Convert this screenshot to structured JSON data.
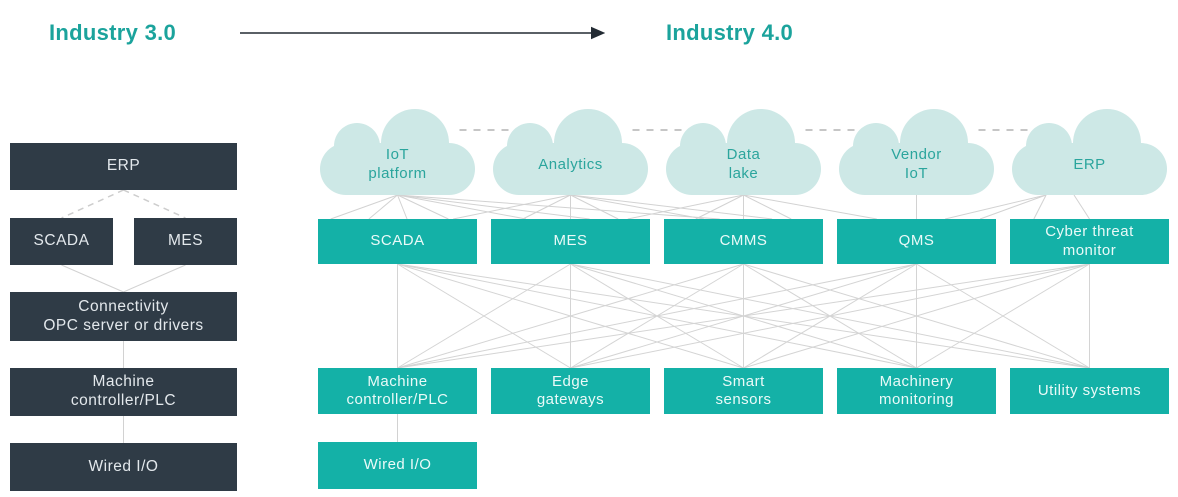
{
  "titles": {
    "left": "Industry 3.0",
    "right": "Industry 4.0"
  },
  "colors": {
    "accent_teal": "#14b1a7",
    "dark_box": "#2f3b46",
    "cloud_fill": "#cde8e6",
    "cloud_text": "#2ba59d",
    "title_teal": "#1ba39c",
    "line_gray": "#d2d2d2",
    "arrow_dark": "#232b33"
  },
  "left_column": {
    "boxes": [
      {
        "id": "l-erp",
        "label": "ERP"
      },
      {
        "id": "l-scada",
        "label": "SCADA"
      },
      {
        "id": "l-mes",
        "label": "MES"
      },
      {
        "id": "l-conn",
        "label": "Connectivity\nOPC server or drivers"
      },
      {
        "id": "l-mc",
        "label": "Machine\ncontroller/PLC"
      },
      {
        "id": "l-wired",
        "label": "Wired I/O"
      }
    ]
  },
  "clouds": [
    {
      "id": "c-iot",
      "label": "IoT\nplatform"
    },
    {
      "id": "c-analytics",
      "label": "Analytics"
    },
    {
      "id": "c-datalake",
      "label": "Data\nlake"
    },
    {
      "id": "c-vendor",
      "label": "Vendor\nIoT"
    },
    {
      "id": "c-erp",
      "label": "ERP"
    }
  ],
  "row1": [
    {
      "id": "r1-scada",
      "label": "SCADA"
    },
    {
      "id": "r1-mes",
      "label": "MES"
    },
    {
      "id": "r1-cmms",
      "label": "CMMS"
    },
    {
      "id": "r1-qms",
      "label": "QMS"
    },
    {
      "id": "r1-cyber",
      "label": "Cyber threat\nmonitor"
    }
  ],
  "row2": [
    {
      "id": "r2-mc",
      "label": "Machine\ncontroller/PLC"
    },
    {
      "id": "r2-edge",
      "label": "Edge\ngateways"
    },
    {
      "id": "r2-smart",
      "label": "Smart\nsensors"
    },
    {
      "id": "r2-machinery",
      "label": "Machinery\nmonitoring"
    },
    {
      "id": "r2-utility",
      "label": "Utility systems"
    }
  ],
  "row3": [
    {
      "id": "r3-wired",
      "label": "Wired I/O"
    }
  ],
  "cloud_links": [
    [
      "c-iot",
      "c-analytics"
    ],
    [
      "c-analytics",
      "c-datalake"
    ],
    [
      "c-datalake",
      "c-vendor"
    ],
    [
      "c-vendor",
      "c-erp"
    ]
  ],
  "edges": [
    {
      "from": "l-erp",
      "to": "l-scada",
      "style": "dashed"
    },
    {
      "from": "l-erp",
      "to": "l-mes",
      "style": "dashed"
    },
    {
      "from": "l-scada",
      "to": "l-conn",
      "style": "solid"
    },
    {
      "from": "l-mes",
      "to": "l-conn",
      "style": "solid"
    },
    {
      "from": "l-conn",
      "to": "l-mc",
      "style": "solid"
    },
    {
      "from": "l-mc",
      "to": "l-wired",
      "style": "solid"
    },
    {
      "from": "c-iot",
      "to": "r1-scada",
      "style": "solid",
      "tx": -0.42
    },
    {
      "from": "c-iot",
      "to": "r1-scada",
      "style": "solid",
      "tx": -0.18
    },
    {
      "from": "c-iot",
      "to": "r1-scada",
      "style": "solid",
      "tx": 0.06
    },
    {
      "from": "c-iot",
      "to": "r1-scada",
      "style": "solid",
      "tx": 0.32
    },
    {
      "from": "c-iot",
      "to": "r1-mes",
      "style": "solid",
      "tx": -0.28
    },
    {
      "from": "c-iot",
      "to": "r1-mes",
      "style": "solid",
      "tx": 0.12
    },
    {
      "from": "c-iot",
      "to": "r1-cmms",
      "style": "solid",
      "tx": -0.15
    },
    {
      "from": "c-analytics",
      "to": "r1-scada",
      "style": "solid",
      "tx": 0.35
    },
    {
      "from": "c-analytics",
      "to": "r1-mes",
      "style": "solid",
      "tx": -0.3
    },
    {
      "from": "c-analytics",
      "to": "r1-mes",
      "style": "solid",
      "tx": 0
    },
    {
      "from": "c-analytics",
      "to": "r1-mes",
      "style": "solid",
      "tx": 0.3
    },
    {
      "from": "c-analytics",
      "to": "r1-cmms",
      "style": "solid",
      "tx": -0.25
    },
    {
      "from": "c-analytics",
      "to": "r1-cmms",
      "style": "solid",
      "tx": 0.18
    },
    {
      "from": "c-datalake",
      "to": "r1-mes",
      "style": "solid",
      "tx": 0.36
    },
    {
      "from": "c-datalake",
      "to": "r1-cmms",
      "style": "solid",
      "tx": -0.3
    },
    {
      "from": "c-datalake",
      "to": "r1-cmms",
      "style": "solid",
      "tx": 0
    },
    {
      "from": "c-datalake",
      "to": "r1-cmms",
      "style": "solid",
      "tx": 0.3
    },
    {
      "from": "c-datalake",
      "to": "r1-qms",
      "style": "solid",
      "tx": -0.25
    },
    {
      "from": "c-vendor",
      "to": "r1-qms",
      "style": "solid",
      "tx": 0
    },
    {
      "from": "c-erp",
      "to": "r1-qms",
      "style": "solid",
      "fx": -0.28,
      "tx": 0.18
    },
    {
      "from": "c-erp",
      "to": "r1-qms",
      "style": "solid",
      "fx": -0.28,
      "tx": 0.4
    },
    {
      "from": "c-erp",
      "to": "r1-cyber",
      "style": "solid",
      "fx": -0.28,
      "tx": -0.35
    },
    {
      "from": "c-erp",
      "to": "r1-cyber",
      "style": "solid",
      "fx": -0.1,
      "tx": 0
    },
    {
      "from": "r2-mc",
      "to": "r3-wired",
      "style": "solid"
    }
  ],
  "mesh": {
    "from": [
      "r1-scada",
      "r1-mes",
      "r1-cmms",
      "r1-qms",
      "r1-cyber"
    ],
    "to": [
      "r2-mc",
      "r2-edge",
      "r2-smart",
      "r2-machinery",
      "r2-utility"
    ]
  }
}
